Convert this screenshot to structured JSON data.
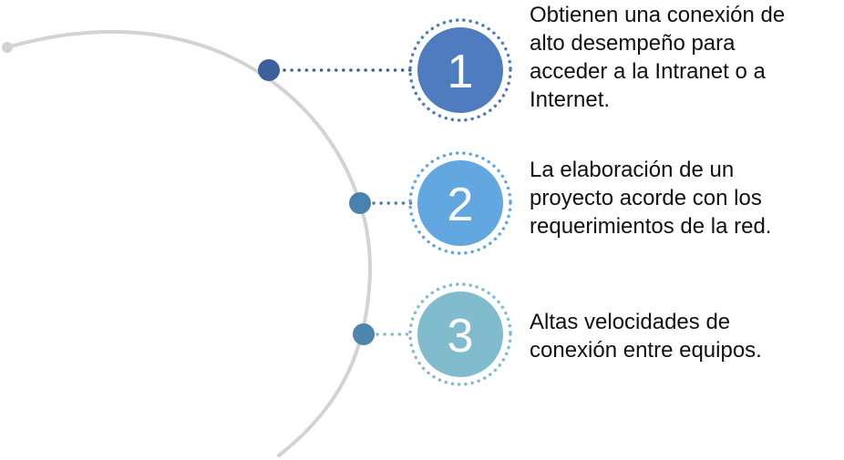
{
  "items": [
    {
      "number": "1",
      "text": "Obtienen una conexión de\nalto desempeño para\nacceder a la Intranet o a\nInternet.",
      "color": "#4e7cbf",
      "dot_color": "#3d5f9c"
    },
    {
      "number": "2",
      "text": "La elaboración de un\nproyecto acorde con los\nrequerimientos de la red.",
      "color": "#62a7df",
      "dot_color": "#4b82ad"
    },
    {
      "number": "3",
      "text": "Altas velocidades de\nconexión entre equipos.",
      "color": "#80bccd",
      "dot_color": "#4e85ad"
    }
  ],
  "arc_color": "#d3d3d3"
}
